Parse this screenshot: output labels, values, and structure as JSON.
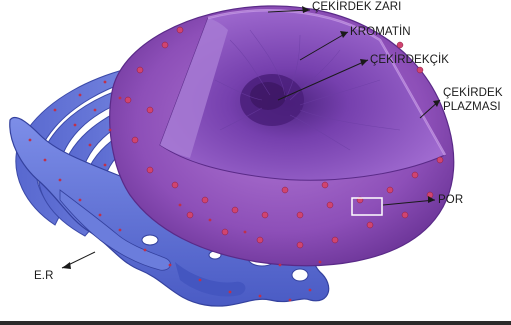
{
  "labels": {
    "nuclear_envelope": "ÇEKİRDEK ZARI",
    "chromatin": "KROMATİN",
    "nucleolus": "ÇEKİRDEKÇİK",
    "nucleoplasm_line1": "ÇEKİRDEK",
    "nucleoplasm_line2": "PLAZMASI",
    "pore": "POR",
    "er": "E.R"
  },
  "colors": {
    "er_blue": "#5a6fd6",
    "nucleus_purple": "#8a4fb5",
    "nucleolus_dark": "#5a2a8a",
    "ribosome_red": "#c0304a"
  }
}
